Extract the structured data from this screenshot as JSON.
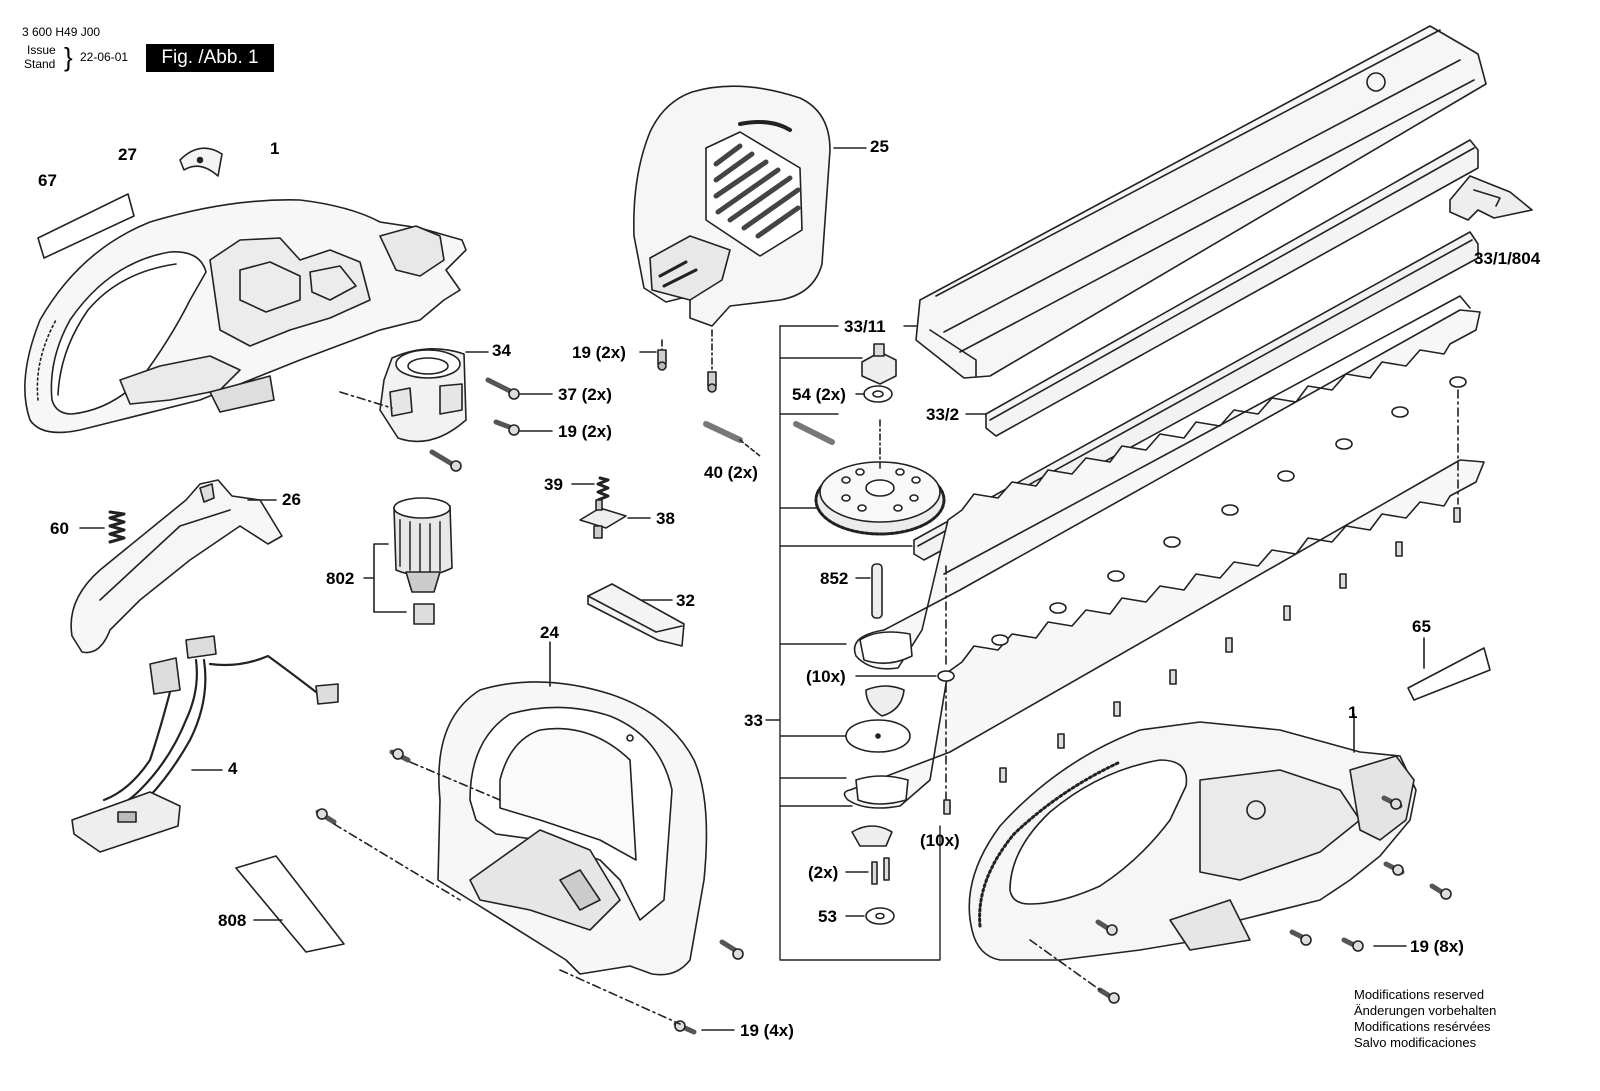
{
  "header": {
    "doc_number": "3 600 H49 J00",
    "issue_label": "Issue",
    "stand_label": "Stand",
    "date": "22-06-01",
    "figure": "Fig. /Abb. 1"
  },
  "notes": [
    "Modifications reserved",
    "Änderungen vorbehalten",
    "Modifications resérvées",
    "Salvo modificaciones"
  ],
  "callouts": {
    "p67": "67",
    "p27": "27",
    "p1_top": "1",
    "p25": "25",
    "p34": "34",
    "p19_2x_a": "19 (2x)",
    "p37_2x": "37 (2x)",
    "p19_2x_b": "19 (2x)",
    "p40_2x": "40 (2x)",
    "p39": "39",
    "p38": "38",
    "p26": "26",
    "p60": "60",
    "p802": "802",
    "p32": "32",
    "p24": "24",
    "p4": "4",
    "p808": "808",
    "p19_4x": "19 (4x)",
    "p33_11": "33/11",
    "p54_2x": "54 (2x)",
    "p33_2": "33/2",
    "p852": "852",
    "p10x_a": "(10x)",
    "p33": "33",
    "p10x_b": "(10x)",
    "p2x": "(2x)",
    "p53": "53",
    "p33_1_804": "33/1/804",
    "p65": "65",
    "p1_bottom": "1",
    "p19_8x": "19 (8x)"
  }
}
